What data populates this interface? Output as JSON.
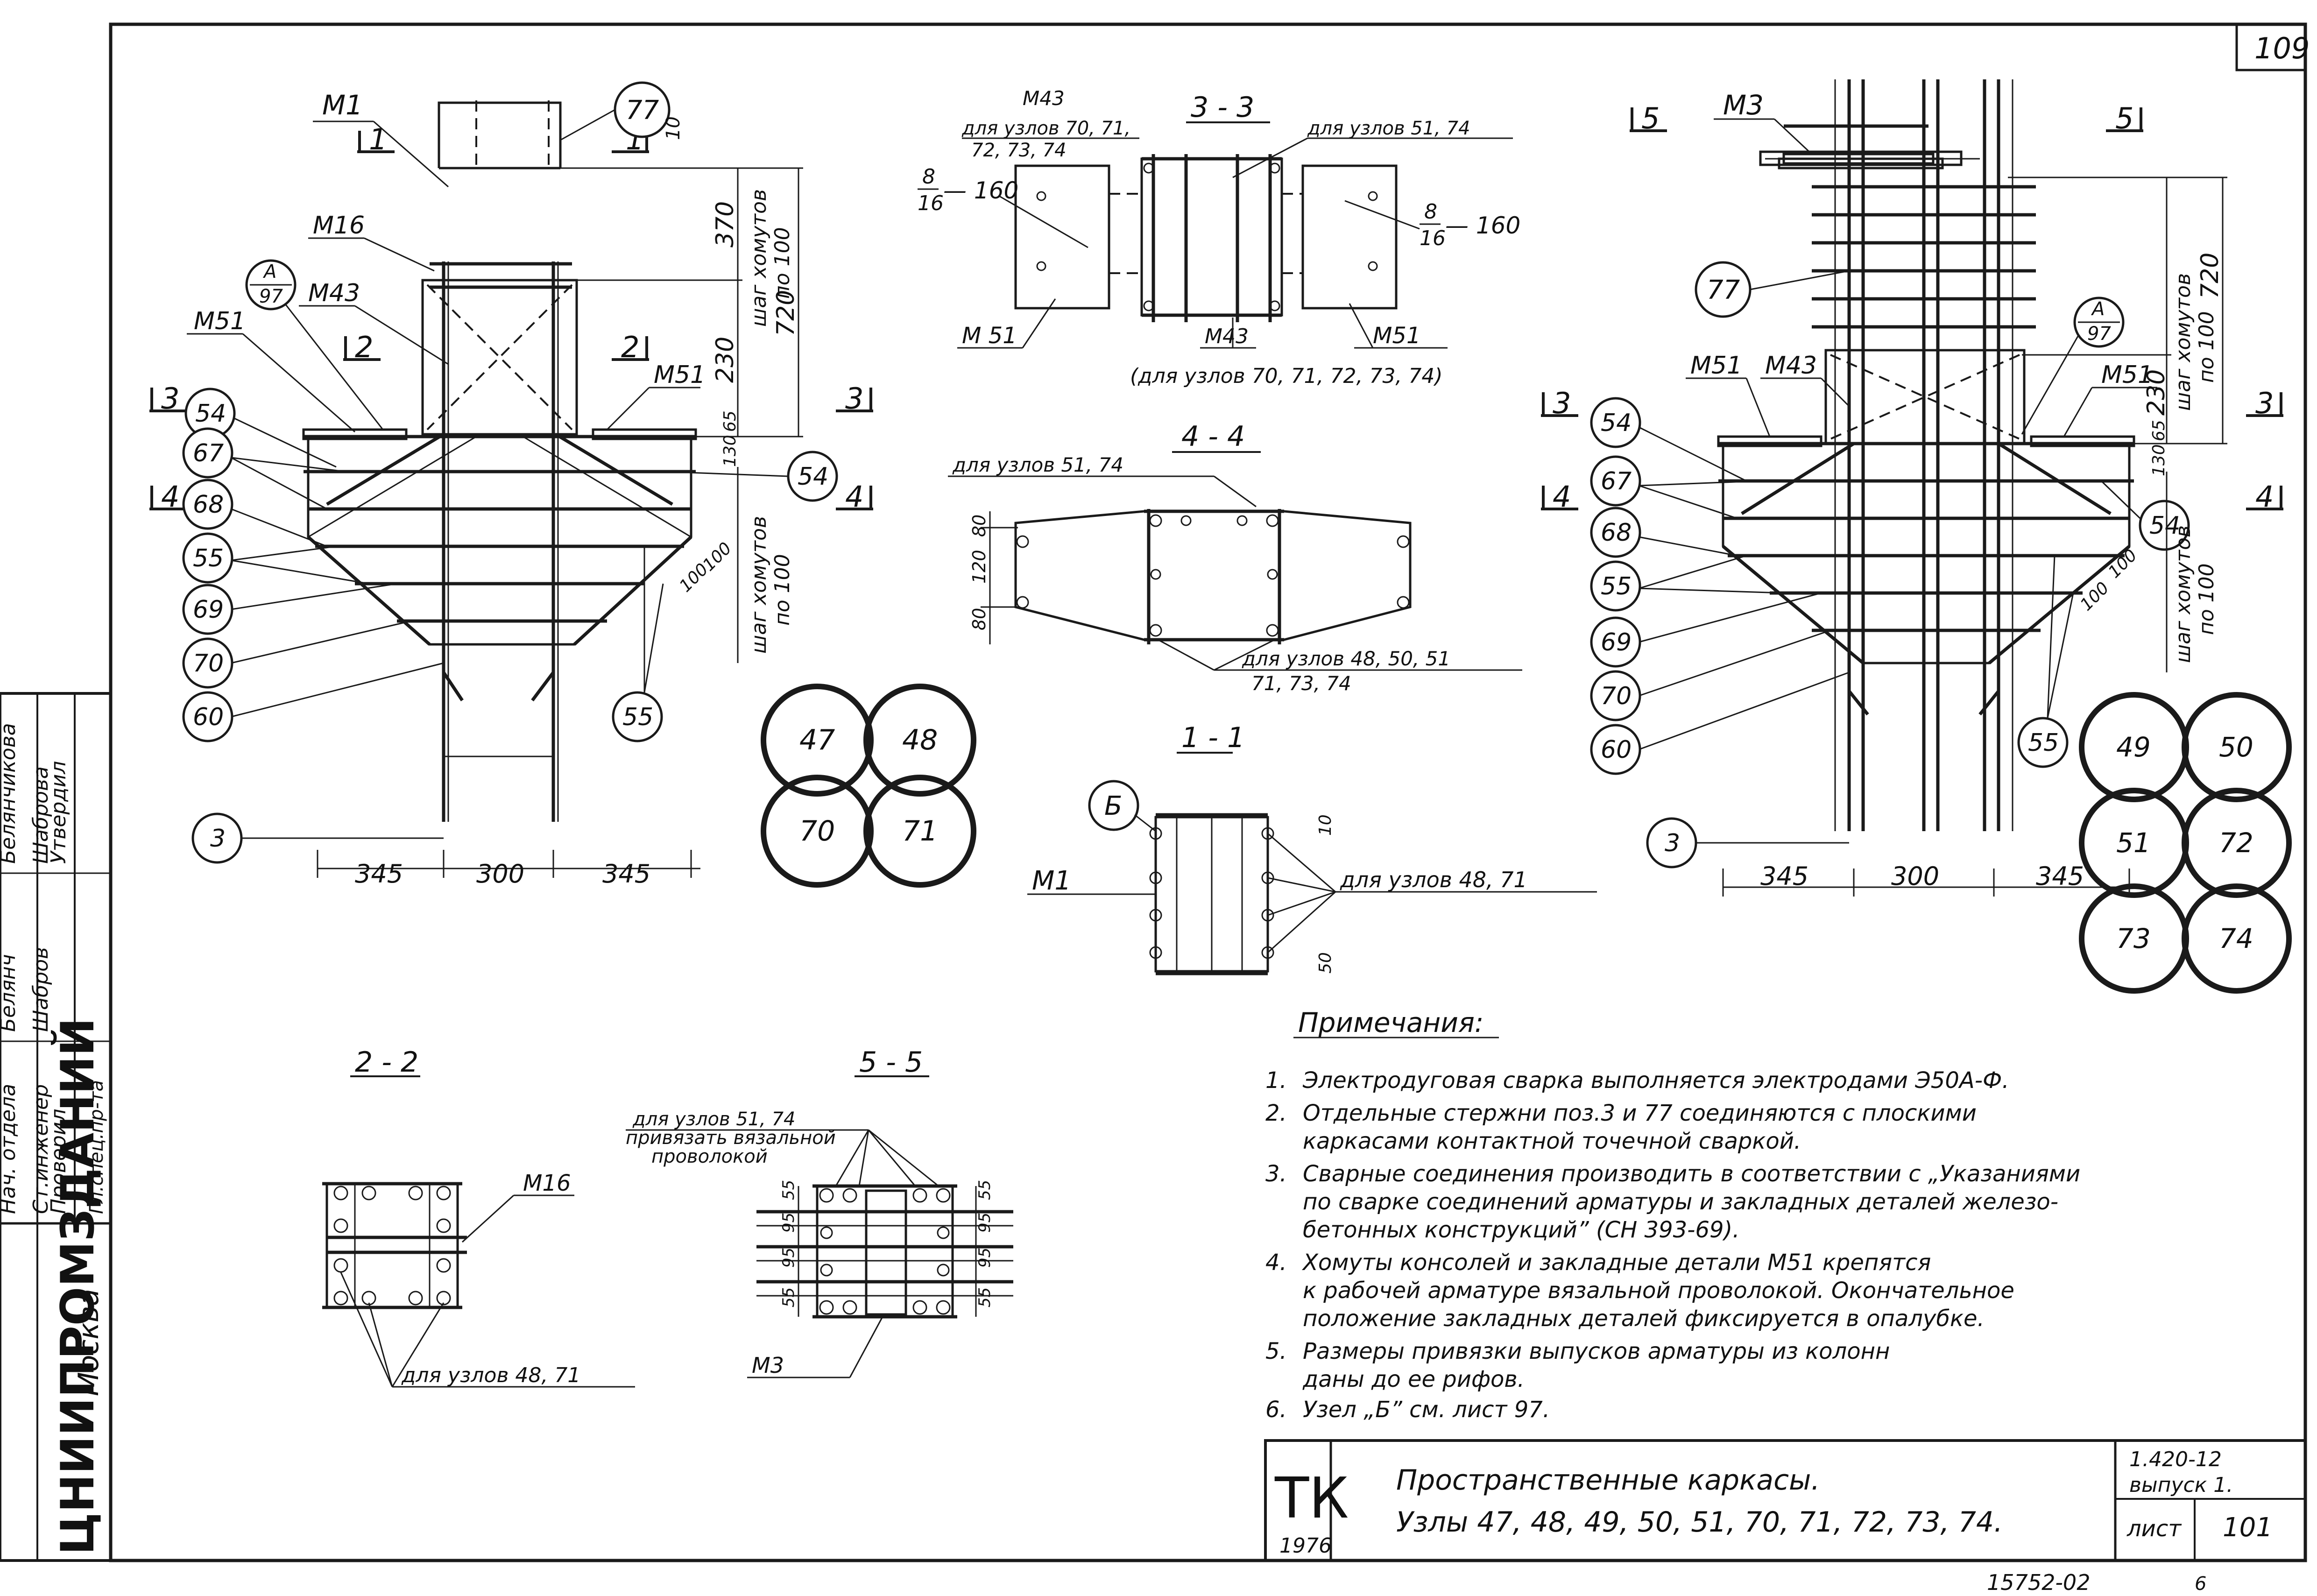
{
  "sheet_number_corner": "109",
  "sheet_code_bottom": "15752-02",
  "sheet_code_tail": "6",
  "titleblock": {
    "org": "ЦНИИПРОМЗДАНИЙ",
    "city": "Москва",
    "roles": [
      "Нач. отдела",
      "Ст.инженер",
      "Проверил"
    ],
    "names": [
      "Белянчикова",
      "Шаброва",
      ""
    ],
    "signatures": [
      "Белянч",
      "Шабров",
      ""
    ],
    "header_left": "Гл.спец.пр-та",
    "header_right": "Утвердил"
  },
  "stamp": {
    "letters": "ТК",
    "year": "1976"
  },
  "title": {
    "line1": "Пространственные каркасы.",
    "line2": "Узлы 47, 48, 49, 50, 51, 70, 71, 72, 73, 74."
  },
  "series": {
    "code": "1.420-12",
    "issue": "выпуск 1.",
    "sheet_label": "лист",
    "sheet_no": "101"
  },
  "notes": {
    "heading": "Примечания:",
    "items": [
      {
        "n": "1.",
        "lines": [
          "Электродуговая сварка выполняется электродами Э50А-Ф."
        ]
      },
      {
        "n": "2.",
        "lines": [
          "Отдельные стержни поз.3 и 77 соединяются с плоскими",
          "каркасами контактной точечной сваркой."
        ]
      },
      {
        "n": "3.",
        "lines": [
          "Сварные соединения производить в соответствии с „Указаниями",
          "по сварке соединений арматуры и закладных деталей железо-",
          "бетонных конструкций” (СН 393-69)."
        ]
      },
      {
        "n": "4.",
        "lines": [
          "Хомуты консолей и закладные детали М51 крепятся",
          "к рабочей арматуре вязальной проволокой. Окончательное",
          "положение закладных деталей фиксируется в опалубке."
        ]
      },
      {
        "n": "5.",
        "lines": [
          "Размеры привязки выпусков арматуры из колонн",
          "даны до ее рифов."
        ]
      },
      {
        "n": "6.",
        "lines": [
          "Узел „Б” см. лист 97."
        ]
      }
    ]
  },
  "left_view": {
    "M1": "М1",
    "M16": "М16",
    "M43": "М43",
    "M51_left": "М51",
    "M51_right": "М51",
    "A97_top": "А",
    "A97_bot": "97",
    "sec1": "1",
    "sec2": "2",
    "sec3": "3",
    "sec4": "4",
    "bubbles": [
      "77",
      "54",
      "67",
      "68",
      "55",
      "69",
      "70",
      "60",
      "3",
      "54",
      "55"
    ],
    "dims_bottom": [
      "345",
      "300",
      "345"
    ],
    "dim_10": "10",
    "dim_370": "370",
    "dim_230": "230",
    "dim_720": "720",
    "dim_65": "65",
    "dim_130": "130",
    "dim_100a": "100",
    "dim_100b": "100",
    "step1": "шаг хомутов",
    "step1b": "по 100",
    "step2": "шаг хомутов",
    "step2b": "по 100"
  },
  "left_nodes": [
    "47",
    "48",
    "70",
    "71"
  ],
  "right_view": {
    "M3": "М3",
    "M43": "М43",
    "M51_left": "М51",
    "M51_right": "М51",
    "A97_top": "А",
    "A97_bot": "97",
    "sec5": "5",
    "sec3": "3",
    "sec4": "4",
    "bubbles": [
      "77",
      "54",
      "67",
      "68",
      "55",
      "69",
      "70",
      "60",
      "3",
      "54",
      "55"
    ],
    "dims_bottom": [
      "345",
      "300",
      "345"
    ],
    "dim_720": "720",
    "dim_230": "230",
    "dim_65": "65",
    "dim_130": "130",
    "dim_100a": "100",
    "dim_100b": "100",
    "step1": "шаг хомутов",
    "step1b": "по 100",
    "step2": "шаг хомутов",
    "step2b": "по 100"
  },
  "right_nodes": [
    "49",
    "50",
    "51",
    "72",
    "73",
    "74"
  ],
  "sec33": {
    "title": "3 - 3",
    "m43_top": "М43",
    "for_nodes_top": "для узлов 70, 71,",
    "for_nodes_top2": "72, 73, 74",
    "for_51_74": "для узлов 51, 74",
    "frac_left_top": "8",
    "frac_left_bot": "16",
    "frac_left_val": "— 160",
    "frac_right_top": "8",
    "frac_right_bot": "16",
    "frac_right_val": "— 160",
    "m51_left": "М 51",
    "m43_bottom": "М43",
    "m51_right": "М51",
    "bottom_note": "(для узлов 70, 71, 72, 73, 74)"
  },
  "sec44": {
    "title": "4 - 4",
    "for_51_74": "для узлов 51, 74",
    "dim_80a": "80",
    "dim_120": "120",
    "dim_80b": "80",
    "for_nodes_a": "для узлов 48, 50, 51",
    "for_nodes_b": "71, 73, 74"
  },
  "sec11": {
    "title": "1 - 1",
    "bubble_b": "Б",
    "m1": "М1",
    "for_nodes": "для узлов 48, 71",
    "dim_top": "10",
    "dim_bot": "50"
  },
  "sec22": {
    "title": "2 - 2",
    "m16": "М16",
    "for_nodes": "для узлов 48, 71"
  },
  "sec55": {
    "title": "5 - 5",
    "note1": "для узлов 51, 74",
    "note2": "привязать вязальной",
    "note3": "проволокой",
    "m3": "М3",
    "dims_right": [
      "55",
      "95",
      "95",
      "55"
    ],
    "dims_left": [
      "55",
      "95",
      "95",
      "55"
    ]
  }
}
